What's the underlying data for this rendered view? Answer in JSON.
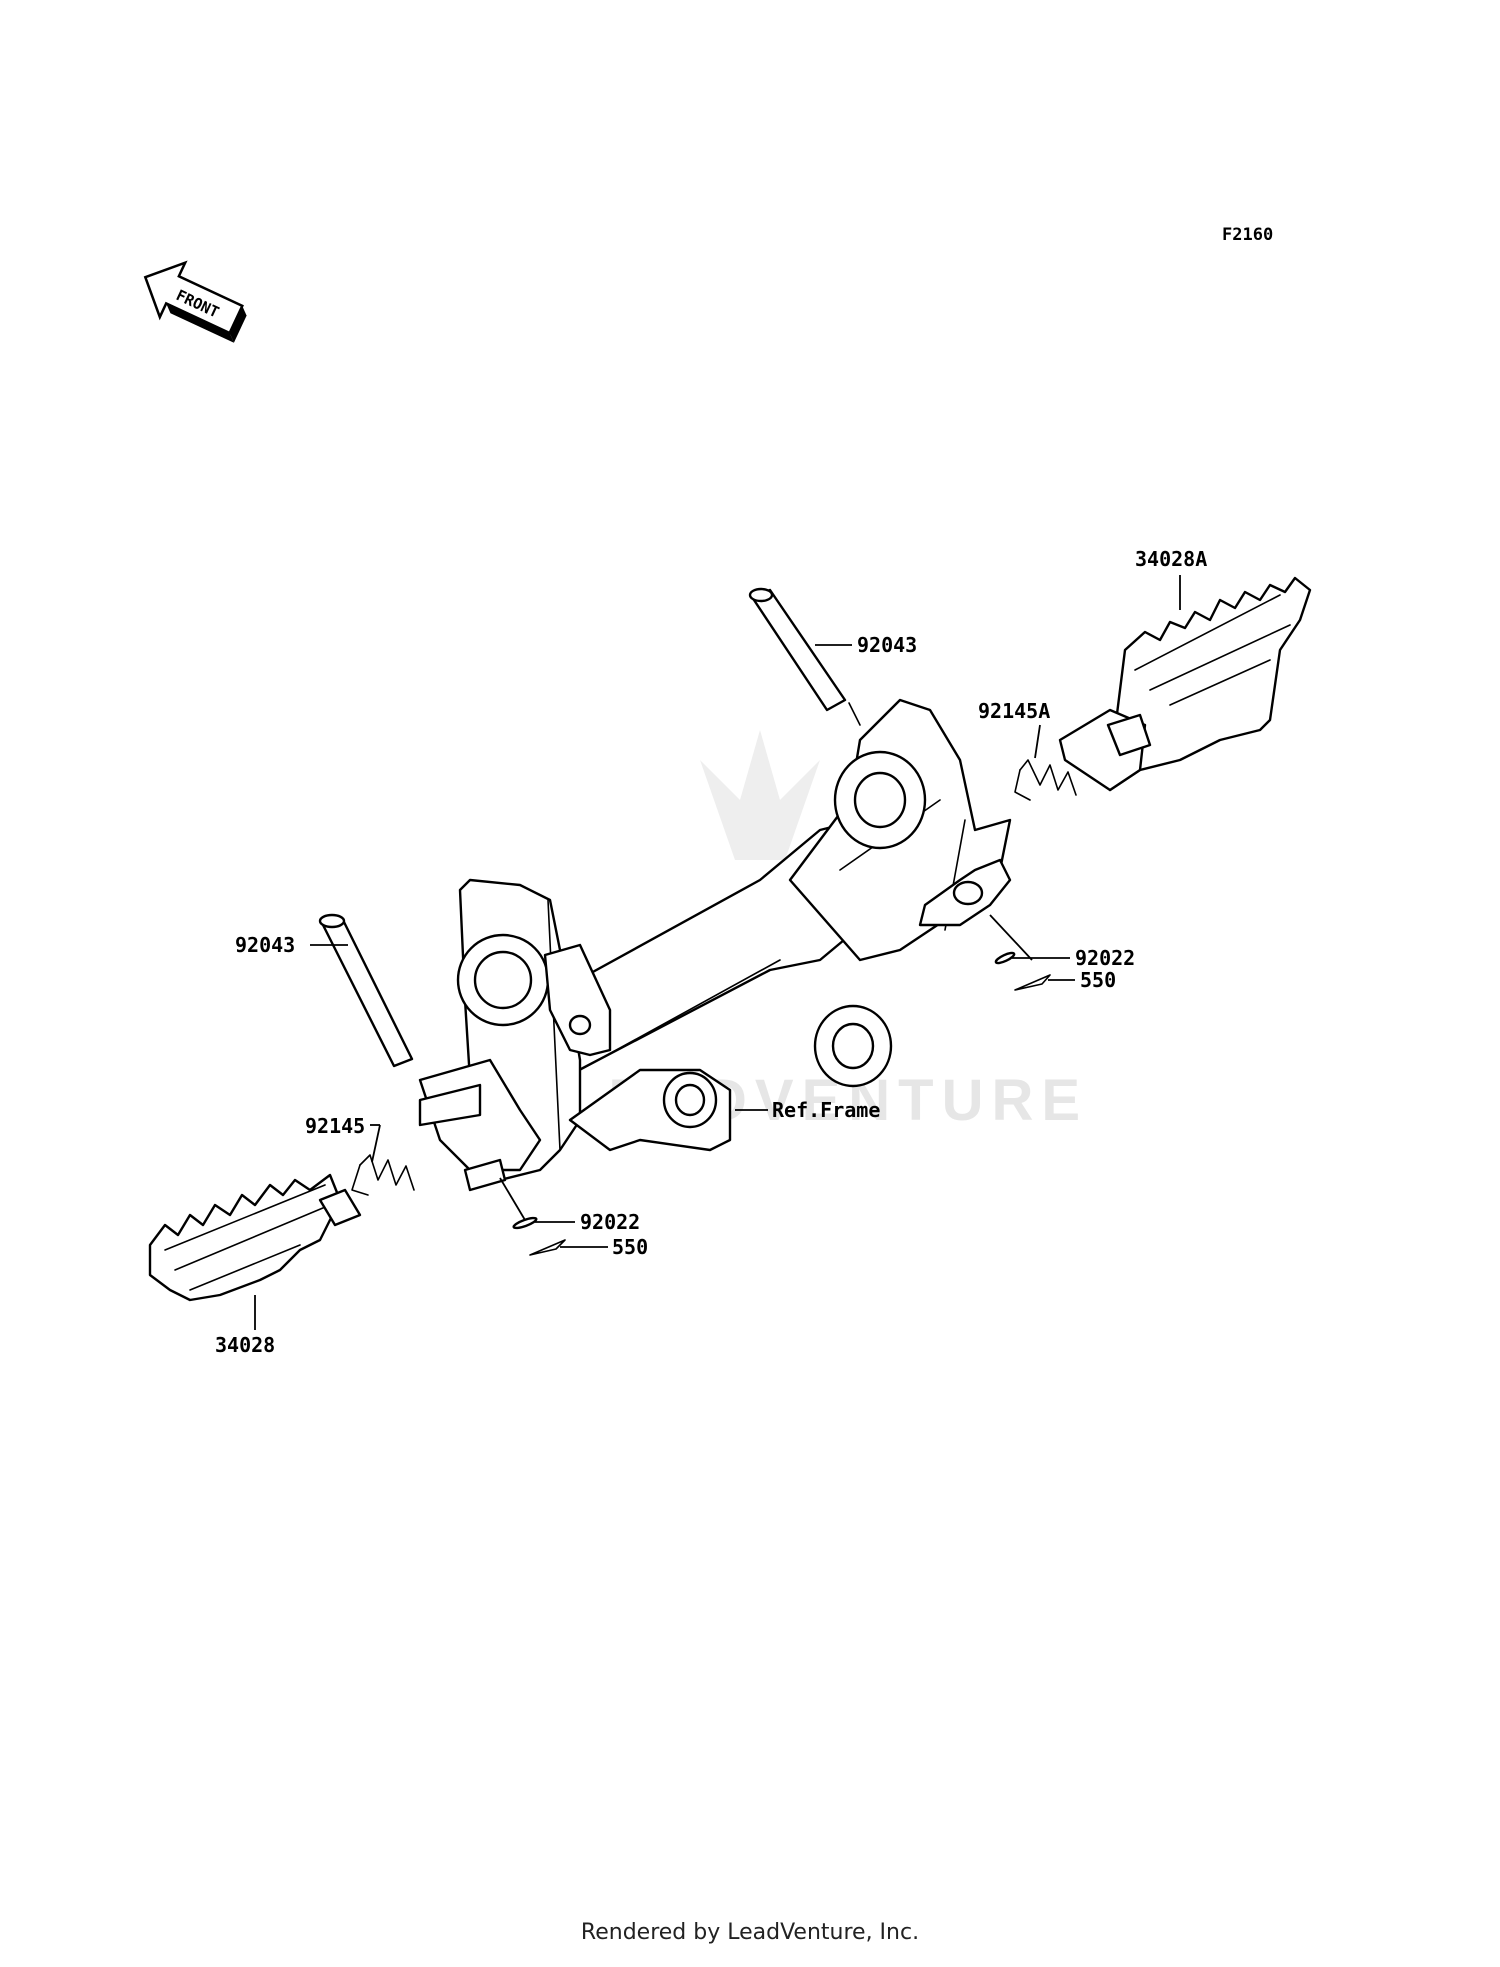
{
  "diagram": {
    "code": "F2160",
    "front_label": "FRONT",
    "watermark": "LEADVENTURE",
    "labels": {
      "pin_right": "92043",
      "step_right": "34028A",
      "spring_right": "92145A",
      "washer_right": "92022",
      "cotter_right": "550",
      "pin_left": "92043",
      "spring_left": "92145",
      "washer_left": "92022",
      "cotter_left": "550",
      "step_left": "34028",
      "frame": "Ref.Frame"
    }
  },
  "footer": "Rendered by LeadVenture, Inc."
}
